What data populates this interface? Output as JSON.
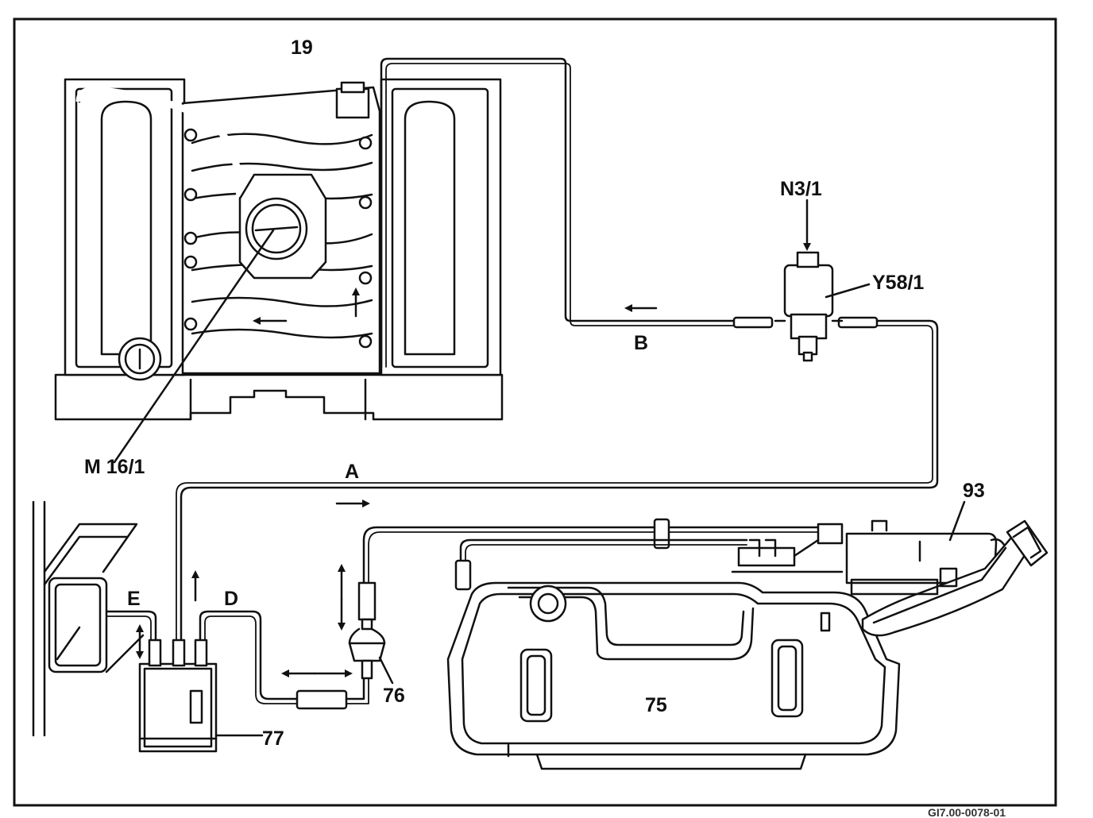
{
  "diagram": {
    "labels": {
      "engine": "19",
      "purge_valve": "Y58/1",
      "control_unit": "N3/1",
      "throttle": "M 16/1",
      "line_a": "A",
      "line_b": "B",
      "line_d": "D",
      "line_e": "E",
      "canister": "77",
      "valve": "76",
      "tank": "75",
      "filler": "93",
      "figure_ref": "GI7.00-0078-01"
    }
  }
}
